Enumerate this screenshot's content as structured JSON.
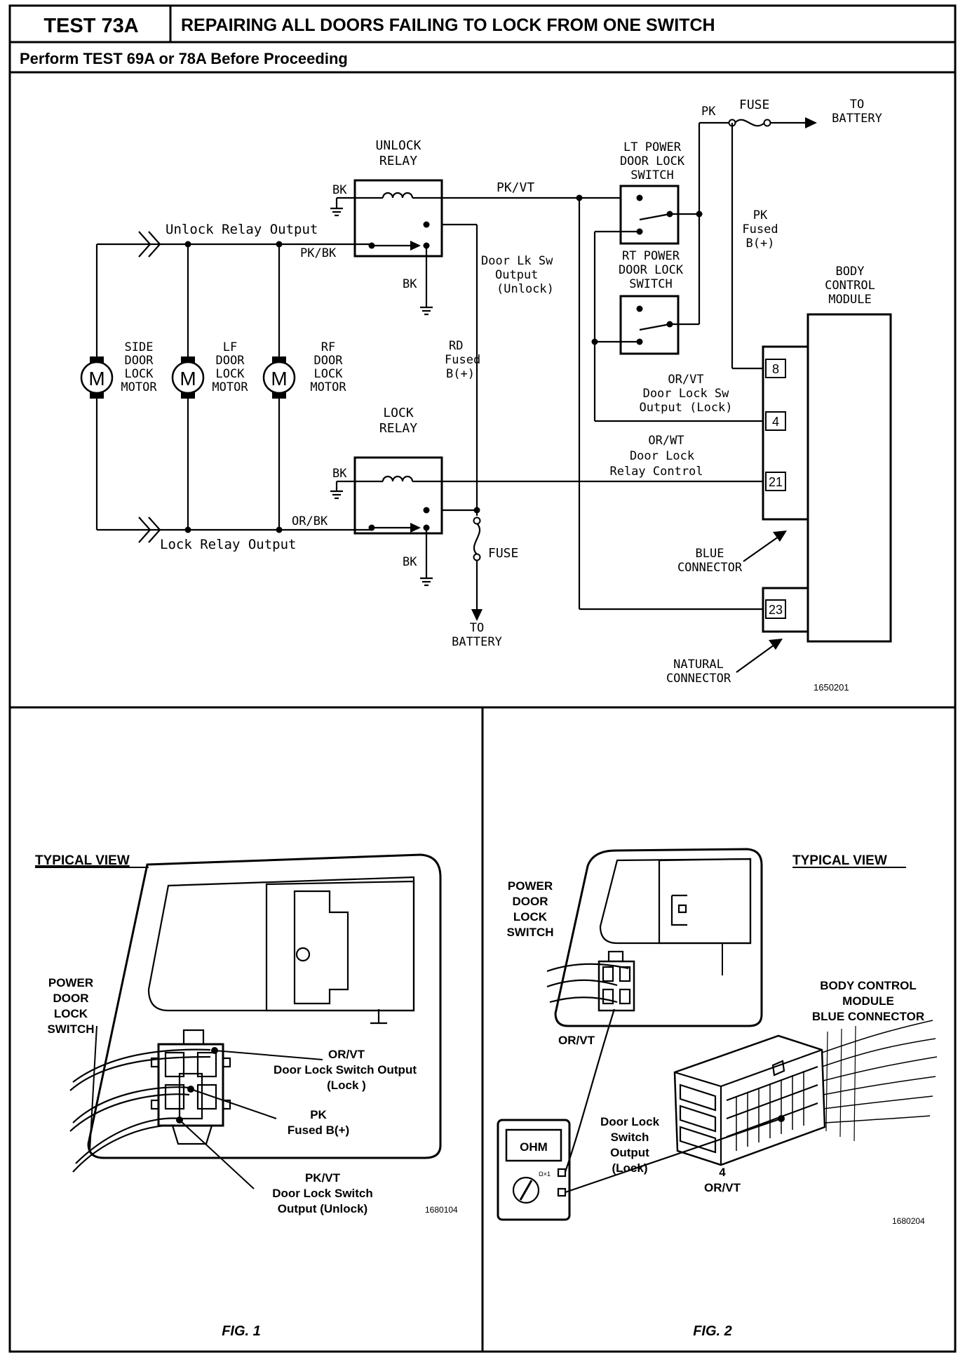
{
  "header": {
    "test_id": "TEST 73A",
    "title": "REPAIRING ALL DOORS FAILING TO LOCK FROM ONE SWITCH",
    "subtitle": "Perform TEST 69A or 78A Before Proceeding"
  },
  "schematic": {
    "unlock_relay": [
      "UNLOCK",
      "RELAY"
    ],
    "lock_relay": [
      "LOCK",
      "RELAY"
    ],
    "lt_switch": [
      "LT POWER",
      "DOOR LOCK",
      "SWITCH"
    ],
    "rt_switch": [
      "RT POWER",
      "DOOR LOCK",
      "SWITCH"
    ],
    "bcm": [
      "BODY",
      "CONTROL",
      "MODULE"
    ],
    "motors": [
      {
        "symbol": "M",
        "label": [
          "SIDE",
          "DOOR",
          "LOCK",
          "MOTOR"
        ]
      },
      {
        "symbol": "M",
        "label": [
          "LF",
          "DOOR",
          "LOCK",
          "MOTOR"
        ]
      },
      {
        "symbol": "M",
        "label": [
          "RF",
          "DOOR",
          "LOCK",
          "MOTOR"
        ]
      }
    ],
    "wires": {
      "bk": "BK",
      "pk_vt": "PK/VT",
      "pk_bk": "PK/BK",
      "or_bk": "OR/BK",
      "pk": "PK",
      "unlock_relay_output": "Unlock Relay Output",
      "lock_relay_output": "Lock Relay Output",
      "door_lk_sw_output": [
        "Door Lk Sw",
        "Output",
        "(Unlock)"
      ],
      "rd_fused": [
        "RD",
        "Fused",
        "B(+)"
      ],
      "pk_fused": [
        "PK",
        "Fused",
        "B(+)"
      ],
      "or_vt_lock": [
        "OR/VT",
        "Door Lock Sw",
        "Output (Lock)"
      ],
      "or_wt_relay": [
        "OR/WT",
        "Door Lock",
        "Relay Control"
      ]
    },
    "fuse": "FUSE",
    "to_battery": [
      "TO",
      "BATTERY"
    ],
    "pins": [
      "8",
      "4",
      "21",
      "23"
    ],
    "blue_connector": [
      "BLUE",
      "CONNECTOR"
    ],
    "natural_connector": [
      "NATURAL",
      "CONNECTOR"
    ],
    "figure_number": "1650201"
  },
  "fig1": {
    "caption": "FIG. 1",
    "typical_view": "TYPICAL VIEW",
    "switch_label": [
      "POWER",
      "DOOR",
      "LOCK",
      "SWITCH"
    ],
    "callout_or_vt": [
      "OR/VT",
      "Door Lock Switch Output",
      "(Lock )"
    ],
    "callout_pk": [
      "PK",
      "Fused B(+)"
    ],
    "callout_pk_vt": [
      "PK/VT",
      "Door Lock Switch",
      "Output (Unlock)"
    ],
    "figure_number": "1680104"
  },
  "fig2": {
    "caption": "FIG. 2",
    "typical_view": "TYPICAL VIEW",
    "switch_label": [
      "POWER",
      "DOOR",
      "LOCK",
      "SWITCH"
    ],
    "or_vt": "OR/VT",
    "bcm_label": [
      "BODY CONTROL",
      "MODULE",
      "BLUE CONNECTOR"
    ],
    "meter_display": "OHM",
    "meter_range": "Ω×1",
    "door_lock_output": [
      "Door Lock",
      "Switch",
      "Output",
      "(Lock)"
    ],
    "pin_label": [
      "4",
      "OR/VT"
    ],
    "figure_number": "1680204"
  }
}
